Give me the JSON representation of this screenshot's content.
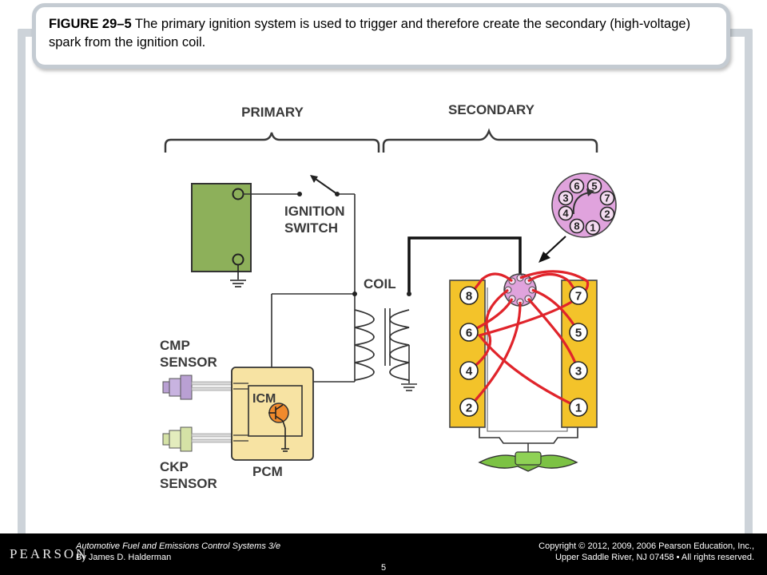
{
  "caption": {
    "figure_label": "FIGURE 29–5",
    "text": " The primary ignition system is used to trigger and therefore create the secondary (high-voltage) spark from the ignition coil."
  },
  "diagram": {
    "primary_label": "PRIMARY",
    "secondary_label": "SECONDARY",
    "ignition_switch_line1": "IGNITION",
    "ignition_switch_line2": "SWITCH",
    "coil_label": "COIL",
    "cmp_line1": "CMP",
    "cmp_line2": "SENSOR",
    "ckp_line1": "CKP",
    "ckp_line2": "SENSOR",
    "icm_label": "ICM",
    "pcm_label": "PCM",
    "firing_order": [
      "6",
      "5",
      "3",
      "7",
      "4",
      "2",
      "8",
      "1"
    ],
    "cylinders_left": [
      "8",
      "6",
      "4",
      "2"
    ],
    "cylinders_right": [
      "7",
      "5",
      "3",
      "1"
    ],
    "colors": {
      "battery": "#8db05a",
      "pcm": "#f7e3a3",
      "engine_bank": "#f3c32a",
      "plug_wire": "#e0242b",
      "distributor": "#e0a3dd",
      "fan": "#7cc244"
    }
  },
  "footer": {
    "logo": "PEARSON",
    "book_title": "Automotive Fuel and Emissions Control Systems 3/e",
    "author": "By James D. Halderman",
    "copyright_line1": "Copyright © 2012, 2009, 2006 Pearson Education, Inc.,",
    "copyright_line2": "Upper Saddle River, NJ 07458 • All rights reserved.",
    "page_number": "5"
  }
}
